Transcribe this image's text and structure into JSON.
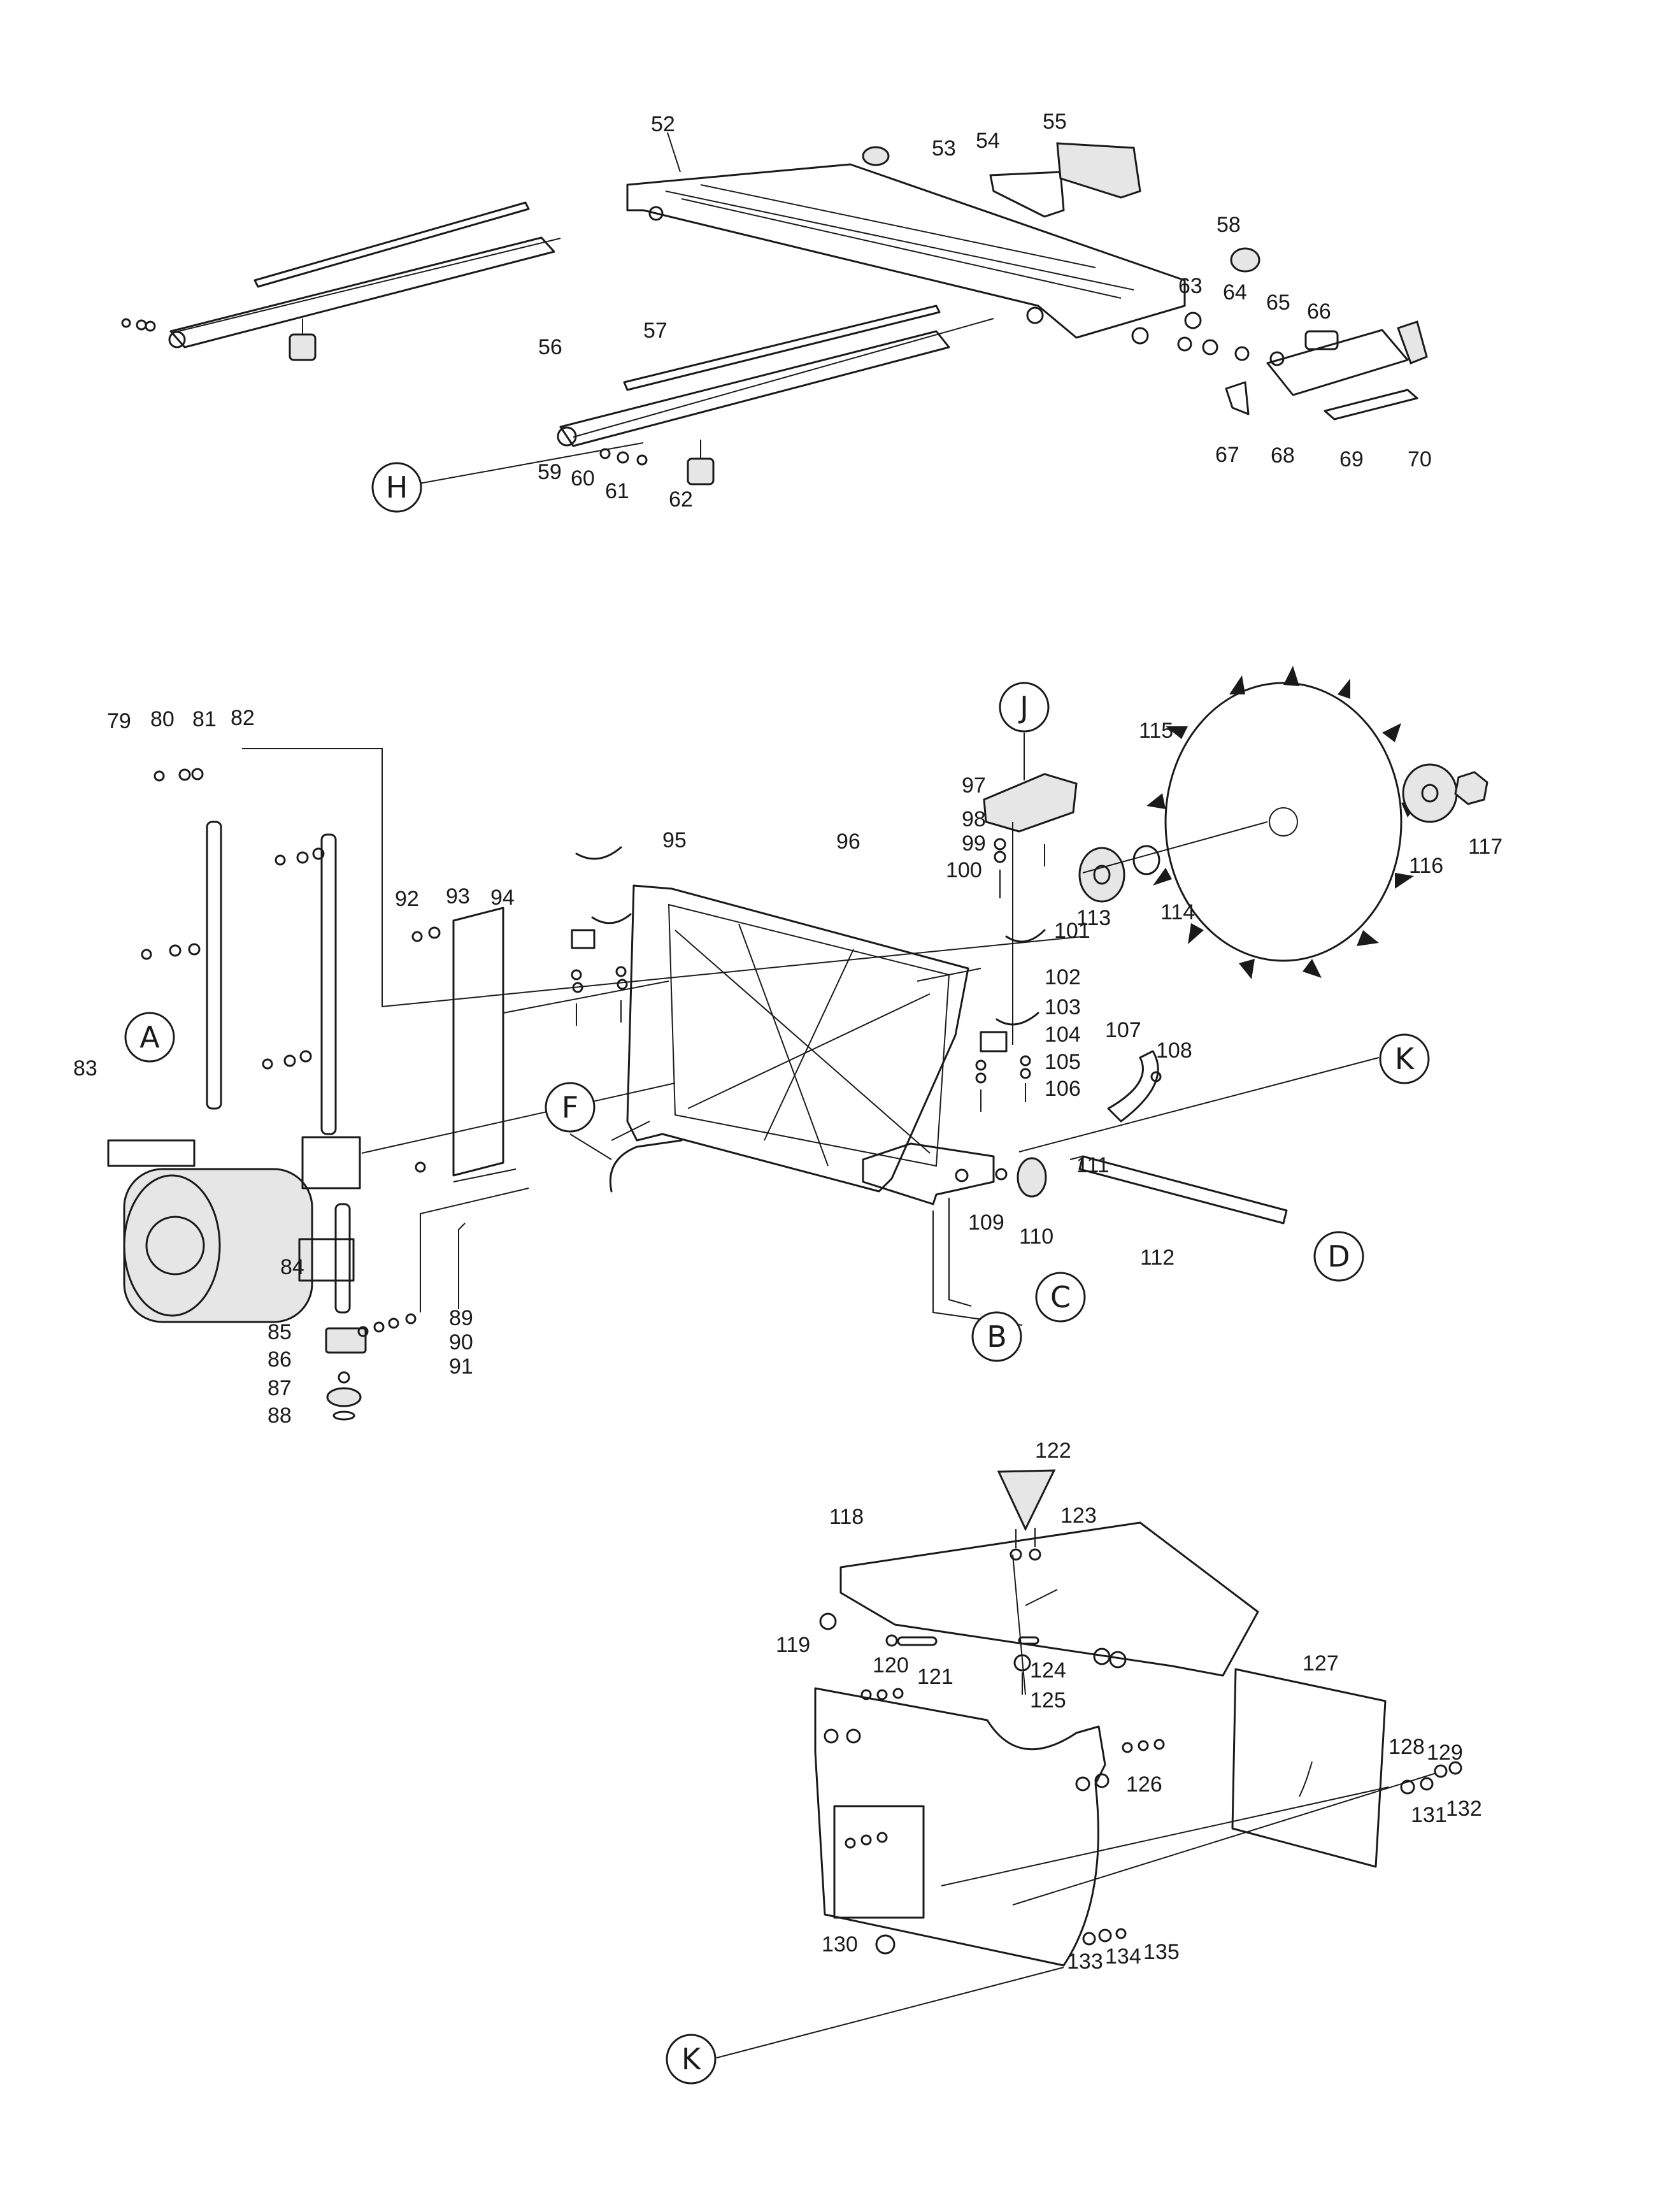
{
  "part_numbers": [
    "52",
    "53",
    "54",
    "55",
    "56",
    "57",
    "58",
    "59",
    "60",
    "61",
    "62",
    "63",
    "64",
    "65",
    "66",
    "67",
    "68",
    "69",
    "70",
    "79",
    "80",
    "81",
    "82",
    "83",
    "84",
    "85",
    "86",
    "87",
    "88",
    "89",
    "90",
    "91",
    "92",
    "93",
    "94",
    "95",
    "96",
    "97",
    "98",
    "99",
    "100",
    "101",
    "102",
    "103",
    "104",
    "105",
    "106",
    "107",
    "108",
    "109",
    "110",
    "111",
    "112",
    "113",
    "114",
    "115",
    "116",
    "117",
    "118",
    "119",
    "120",
    "121",
    "122",
    "123",
    "124",
    "125",
    "126",
    "127",
    "128",
    "129",
    "130",
    "131",
    "132",
    "133",
    "134",
    "135"
  ],
  "reference_letters": [
    "H",
    "A",
    "F",
    "J",
    "K",
    "B",
    "C",
    "D",
    "K"
  ]
}
